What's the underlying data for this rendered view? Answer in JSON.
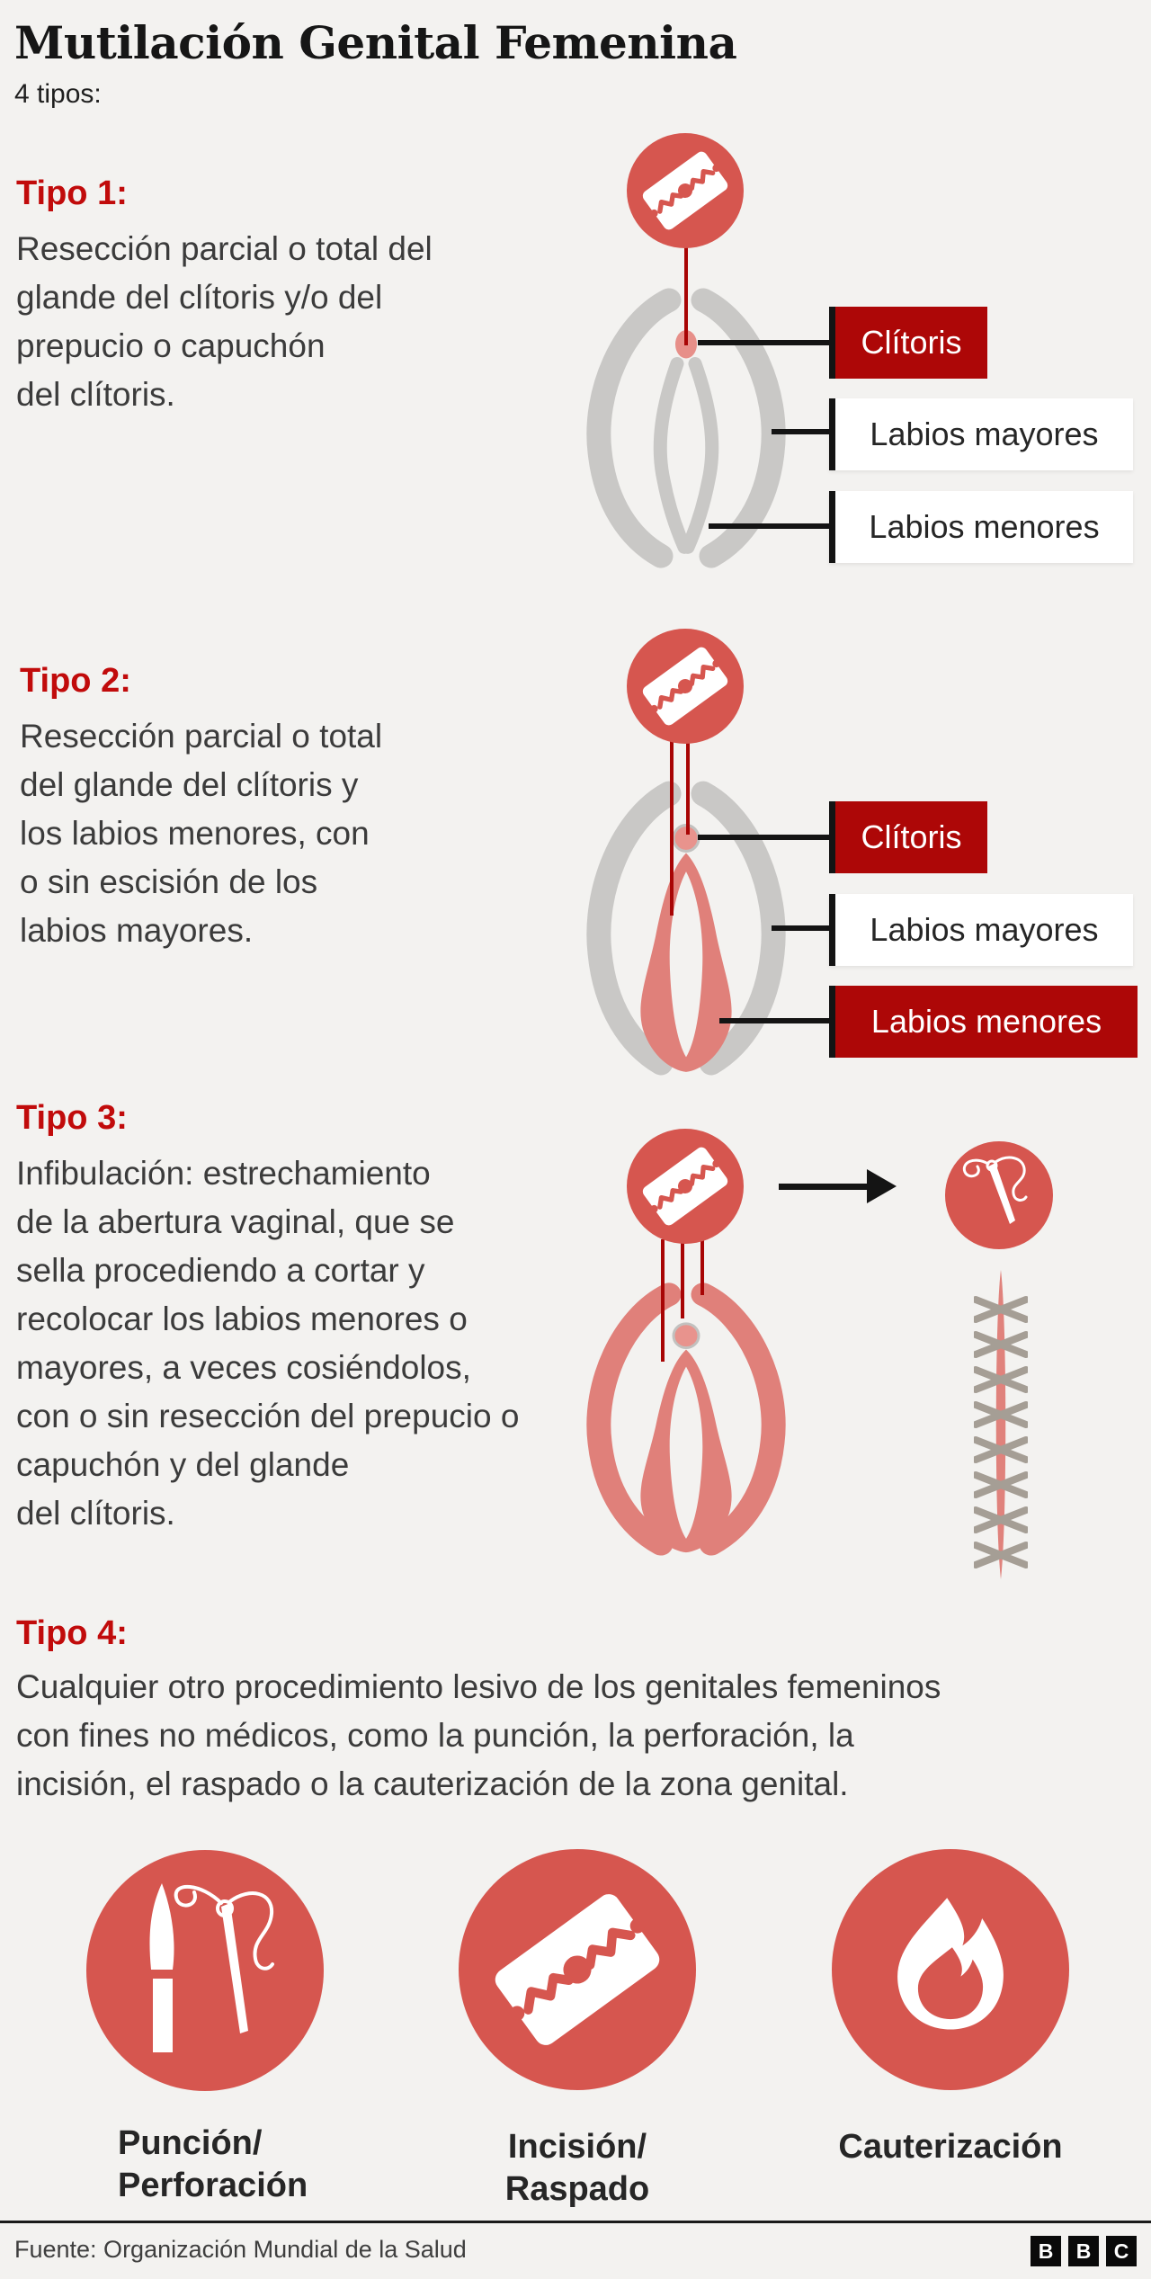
{
  "header": {
    "title": "Mutilación Genital Femenina",
    "subtitle": "4 tipos:"
  },
  "type1": {
    "heading": "Tipo 1:",
    "description": "Resección parcial o total del\nglande del clítoris y/o del\nprepucio o capuchón\ndel clítoris.",
    "labels": {
      "clitoris": "Clítoris",
      "labios_mayores": "Labios mayores",
      "labios_menores": "Labios menores"
    }
  },
  "type2": {
    "heading": "Tipo 2:",
    "description": "Resección parcial o total\ndel glande del clítoris y\nlos labios menores, con\no sin escisión de los\nlabios mayores.",
    "labels": {
      "clitoris": "Clítoris",
      "labios_mayores": "Labios mayores",
      "labios_menores": "Labios menores"
    }
  },
  "type3": {
    "heading": "Tipo 3:",
    "description": "Infibulación: estrechamiento\nde la abertura vaginal, que se\nsella procediendo a cortar y\nrecolocar los labios menores o\nmayores, a veces cosiéndolos,\ncon o sin resección del prepucio o\ncapuchón y del glande\ndel clítoris."
  },
  "type4": {
    "heading": "Tipo 4:",
    "description": "Cualquier otro procedimiento lesivo de los genitales femeninos\ncon fines no médicos, como la punción, la perforación, la\nincisión, el raspado o la cauterización de la zona genital.",
    "captions": {
      "puncture": "Punción/\nPerforación",
      "incision": "Incisión/\nRaspado",
      "cauterization": "Cauterización"
    }
  },
  "footer": {
    "source": "Fuente: Organización Mundial de la Salud",
    "logo_letters": [
      "B",
      "B",
      "C"
    ]
  },
  "icons": {
    "razor": "razor-blade-icon",
    "needle_thread": "needle-thread-icon",
    "scalpel_needle": "scalpel-needle-icon",
    "flame": "flame-icon",
    "arrow": "arrow-right-icon"
  },
  "colors": {
    "background": "#f3f2f0",
    "heading_red": "#c10b0b",
    "deep_red_box": "#ad0707",
    "salmon": "#d6564f",
    "salmon_light": "#e0807a",
    "anatomy_gray": "#c9c8c6",
    "stitch_taupe": "#a59e95",
    "body_text": "#3b3b3b"
  }
}
